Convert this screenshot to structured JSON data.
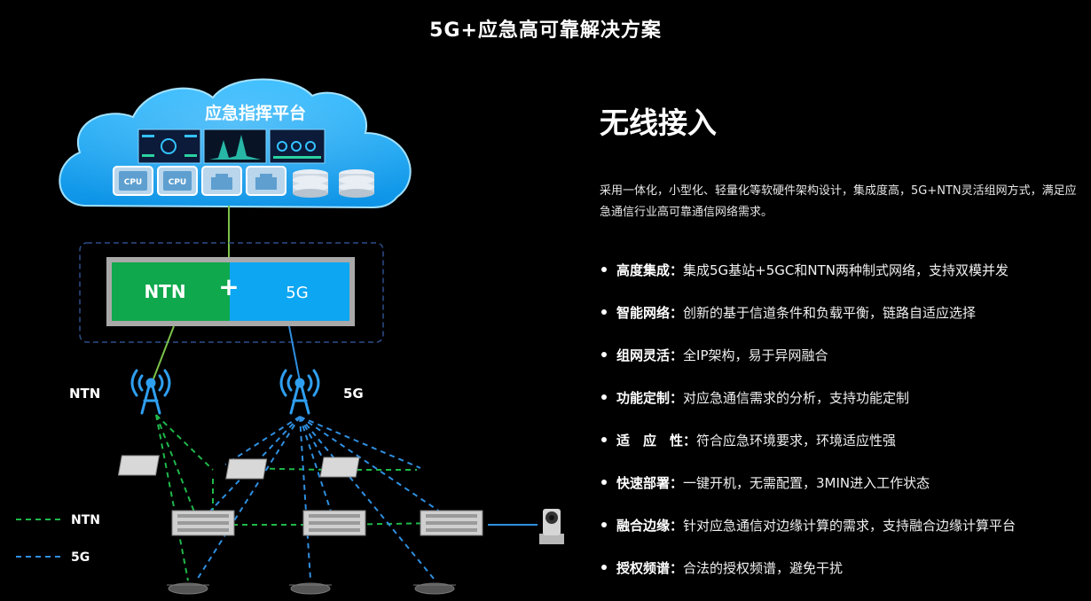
{
  "page": {
    "title": "5G+应急高可靠解决方案"
  },
  "diagram": {
    "cloud_title": "应急指挥平台",
    "hw_icons": [
      {
        "name": "cpu-icon",
        "label": "CPU"
      },
      {
        "name": "cpu-icon",
        "label": "CPU"
      },
      {
        "name": "network-port-icon",
        "label": ""
      },
      {
        "name": "network-port-icon",
        "label": ""
      },
      {
        "name": "database-icon",
        "label": ""
      },
      {
        "name": "database-icon",
        "label": ""
      }
    ],
    "box_left": "NTN",
    "box_plus": "+",
    "box_right": "5G",
    "tower_left_label": "NTN",
    "tower_right_label": "5G",
    "legend": [
      {
        "label": "NTN",
        "color": "#1fb84a"
      },
      {
        "label": "5G",
        "color": "#2f8fe0"
      }
    ],
    "colors": {
      "cloud": "#1aa6f0",
      "ntn": "#1fb84a",
      "g5": "#2f8fe0",
      "ntn_box": "#0fa84c",
      "g5_box": "#0ca6f2"
    }
  },
  "right": {
    "title": "无线接入",
    "intro": "采用一体化，小型化、轻量化等软硬件架构设计，集成度高，5G+NTN灵活组网方式，满足应急通信行业高可靠通信网络需求。",
    "features": [
      {
        "key": "高度集成：",
        "text": "集成5G基站+5GC和NTN两种制式网络，支持双模并发"
      },
      {
        "key": "智能网络：",
        "text": "创新的基于信道条件和负载平衡，链路自适应选择"
      },
      {
        "key": "组网灵活：",
        "text": "全IP架构，易于异网融合"
      },
      {
        "key": "功能定制：",
        "text": "对应急通信需求的分析，支持功能定制"
      },
      {
        "key": "适　应　性：",
        "text": "符合应急环境要求，环境适应性强"
      },
      {
        "key": "快速部署：",
        "text": "一键开机，无需配置，3MIN进入工作状态"
      },
      {
        "key": "融合边缘：",
        "text": "针对应急通信对边缘计算的需求，支持融合边缘计算平台"
      },
      {
        "key": "授权频谱：",
        "text": "合法的授权频谱，避免干扰"
      }
    ]
  }
}
